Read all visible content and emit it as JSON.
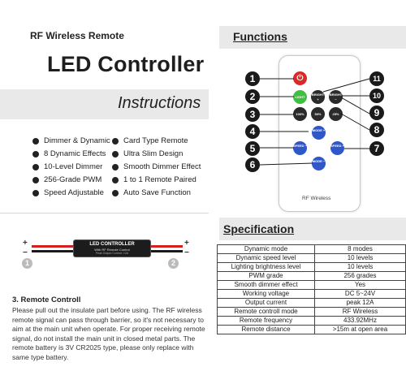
{
  "header": {
    "subtitle": "RF Wireless Remote",
    "title": "LED Controller",
    "instructions": "Instructions"
  },
  "features": [
    "Dimmer & Dynamic",
    "8 Dynamic Effects",
    "10-Level Dimmer",
    "256-Grade PWM",
    "Speed Adjustable",
    "Card Type Remote",
    "Ultra Slim Design",
    "Smooth Dimmer Effect",
    "1 to 1 Remote Paired",
    "Auto Save Function"
  ],
  "device": {
    "label": "LED CONTROLLER",
    "sub": "With RF Remote Control",
    "rating": "Peak Output Current: 12A",
    "plus_left": "+",
    "minus_left": "−",
    "plus_right": "+",
    "minus_right": "−",
    "num_left": "1",
    "num_right": "2"
  },
  "remote_control": {
    "heading": "3. Remote Controll",
    "body": "Please pull out the insulate part before using. The RF wireless remote signal can pass through barrier, so it's not necessary to aim at the main unit when operate. For proper receiving remote signal, do not install the main unit in closed metal parts. The remote battery is 3V CR2025 type, please only replace with same type battery."
  },
  "functions": {
    "title": "Functions",
    "brand": "RF Wireless",
    "buttons": {
      "power": "⏻",
      "light": "LIGHT",
      "bright_up": "BRIGHT +",
      "bright_down": "BRIGHT −",
      "p100": "100%",
      "p50": "50%",
      "p25": "25%",
      "mode_up": "MODE +",
      "mode_down": "MODE −",
      "speed_down": "SPEED −",
      "speed_up": "SPEED +"
    },
    "callouts": [
      "1",
      "2",
      "3",
      "4",
      "5",
      "6",
      "7",
      "8",
      "9",
      "10",
      "11"
    ]
  },
  "specification": {
    "title": "Specification",
    "rows": [
      [
        "Dynamic mode",
        "8 modes"
      ],
      [
        "Dynamic speed level",
        "10 levels"
      ],
      [
        "Lighting brightness level",
        "10 levels"
      ],
      [
        "PWM grade",
        "256 grades"
      ],
      [
        "Smooth dimmer effect",
        "Yes"
      ],
      [
        "Working voltage",
        "DC 5~24V"
      ],
      [
        "Output current",
        "peak 12A"
      ],
      [
        "Remote controll mode",
        "RF Wireless"
      ],
      [
        "Remote frequency",
        "433.92MHz"
      ],
      [
        "Remote distance",
        ">15m at open area"
      ]
    ]
  },
  "colors": {
    "power_button": "#d72a2a",
    "light_button": "#3fbf3f",
    "dark_button": "#2b2b2b",
    "mode_speed_button": "#2f57c8",
    "callout": "#1a1a1a",
    "wire_red": "#d32020",
    "wire_black": "#1a1a1a"
  }
}
